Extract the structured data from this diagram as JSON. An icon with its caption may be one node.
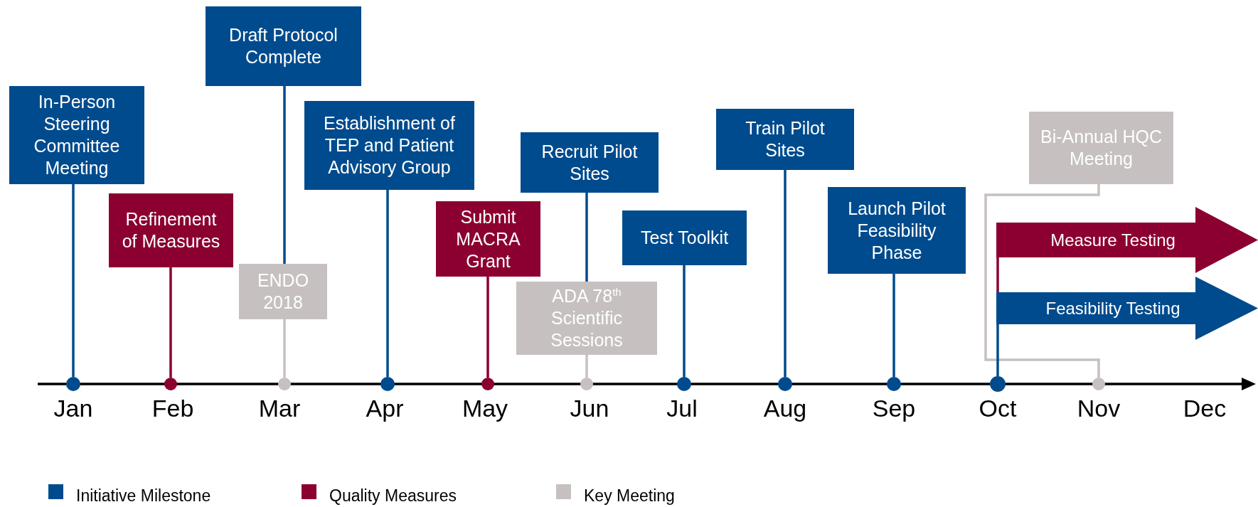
{
  "diagram": {
    "nodes": [
      {
        "text": [
          "In-Person Steering Committee Meeting"
        ]
      },
      {
        "text": [],
        "shape": "circle"
      },
      {
        "text": [
          "Refinement of Measures"
        ]
      },
      {
        "text": [],
        "shape": "circle"
      },
      {
        "text": [
          "Draft Protocol Complete"
        ]
      },
      {
        "text": [
          "ENDO 2018"
        ]
      },
      {
        "text": [],
        "shape": "circle"
      },
      {
        "text": [
          "Establishment of TEP and Patient Advisory Group"
        ]
      },
      {
        "text": [],
        "shape": "circle"
      },
      {
        "text": [
          "Submit MACRA Grant"
        ]
      },
      {
        "text": [],
        "shape": "circle"
      },
      {
        "text": [
          "Recruit Pilot Sites"
        ]
      },
      {
        "text": [
          "ADA 78$^{th}$ Scientific Sessions"
        ]
      },
      {
        "text": [],
        "shape": "circle"
      },
      {
        "text": [
          "Test Toolkit"
        ]
      },
      {
        "text": [],
        "shape": "circle"
      },
      {
        "text": [
          "Train Pilot Sites"
        ]
      },
      {
        "text": [],
        "shape": "circle"
      },
      {
        "text": [
          "Launch Pilot Feasibility Phase"
        ]
      },
      {
        "text": [],
        "shape": "circle"
      },
      {
        "text": [
          "Bi-Annual HQC Meeting"
        ]
      },
      {
        "text": [
          "Measure Testing"
        ]
      },
      {
        "text": [
          "Feasibility Testing"
        ]
      },
      {
        "text": [],
        "shape": "circle"
      },
      {
        "text": [],
        "shape": "circle"
      }
    ],
    "edges": [
      {
        "from": 0,
        "to": 1,
        "arrow": "none"
      },
      {
        "from": 2,
        "to": 3,
        "arrow": "none",
        "color": "#8b0030"
      },
      {
        "from": 4,
        "to": 5,
        "arrow": "none"
      },
      {
        "from": 5,
        "to": 6,
        "arrow": "none",
        "color": "#c6c0c0"
      },
      {
        "from": 7,
        "to": 8,
        "arrow": "none"
      },
      {
        "from": 9,
        "to": 10,
        "arrow": "none",
        "color": "#8b0030"
      },
      {
        "from": 11,
        "to": 12,
        "arrow": "none"
      },
      {
        "from": 12,
        "to": 13,
        "arrow": "none",
        "color": "#c6c0c0"
      },
      {
        "from": 14,
        "to": 15,
        "arrow": "none"
      },
      {
        "from": 16,
        "to": 17,
        "arrow": "none"
      },
      {
        "from": 18,
        "to": 19,
        "arrow": "none"
      },
      {
        "from": 20,
        "to": 24,
        "arrow": "none",
        "color": "#c6c0c0"
      },
      {
        "from": 21,
        "to": 22,
        "arrow": "none",
        "color": "#8b0030"
      },
      {
        "from": 22,
        "to": 23,
        "arrow": "none"
      }
    ],
    "labels": [
      "Jan",
      "Feb",
      "Mar",
      "Apr",
      "May",
      "Jun",
      "Jul",
      "Aug",
      "Sep",
      "Oct",
      "Nov",
      "Dec"
    ],
    "legend": [
      {
        "text": "Initiative Milestone",
        "color": "#004b8d"
      },
      {
        "text": "Quality Measures",
        "color": "#8b0030"
      },
      {
        "text": "Key Meeting",
        "color": "#c6c0c0"
      }
    ]
  }
}
